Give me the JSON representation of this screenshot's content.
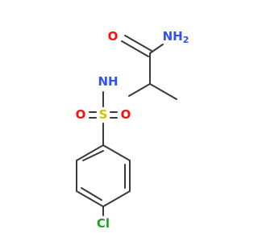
{
  "molecule": {
    "colors": {
      "bond": "#3a3a3a",
      "oxygen": "#ff0d0d",
      "nitrogen": "#3050f8",
      "sulfur": "#c8c800",
      "chlorine": "#1fa01f"
    },
    "atoms": {
      "nh2": "NH2",
      "amide_o": "O",
      "nh": "NH",
      "s": "S",
      "o_left": "O",
      "o_right": "O",
      "cl": "Cl"
    }
  }
}
